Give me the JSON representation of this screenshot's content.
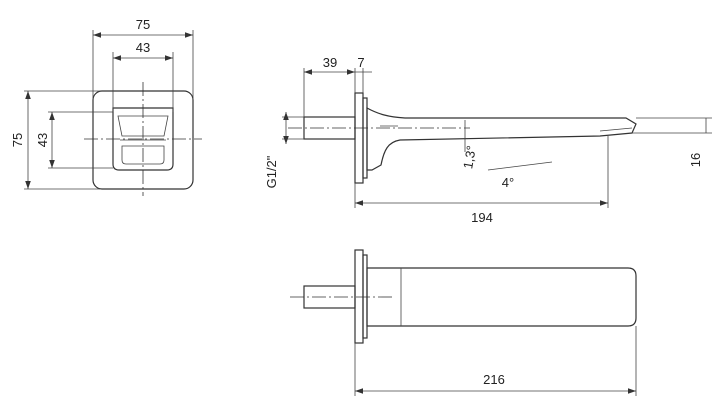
{
  "front_view": {
    "dims": {
      "outer_width": "75",
      "inner_width": "43",
      "outer_height": "75",
      "inner_height": "43"
    }
  },
  "side_view": {
    "dims": {
      "stub_length": "39",
      "flange_thickness": "7",
      "thread": "G1/2\"",
      "angle_small": "1,3°",
      "angle_large": "4°",
      "total_projection": "194",
      "outlet_height": "16"
    }
  },
  "top_view": {
    "dims": {
      "total_length": "216"
    }
  },
  "colors": {
    "line": "#333333",
    "text": "#222222",
    "background": "#ffffff"
  }
}
